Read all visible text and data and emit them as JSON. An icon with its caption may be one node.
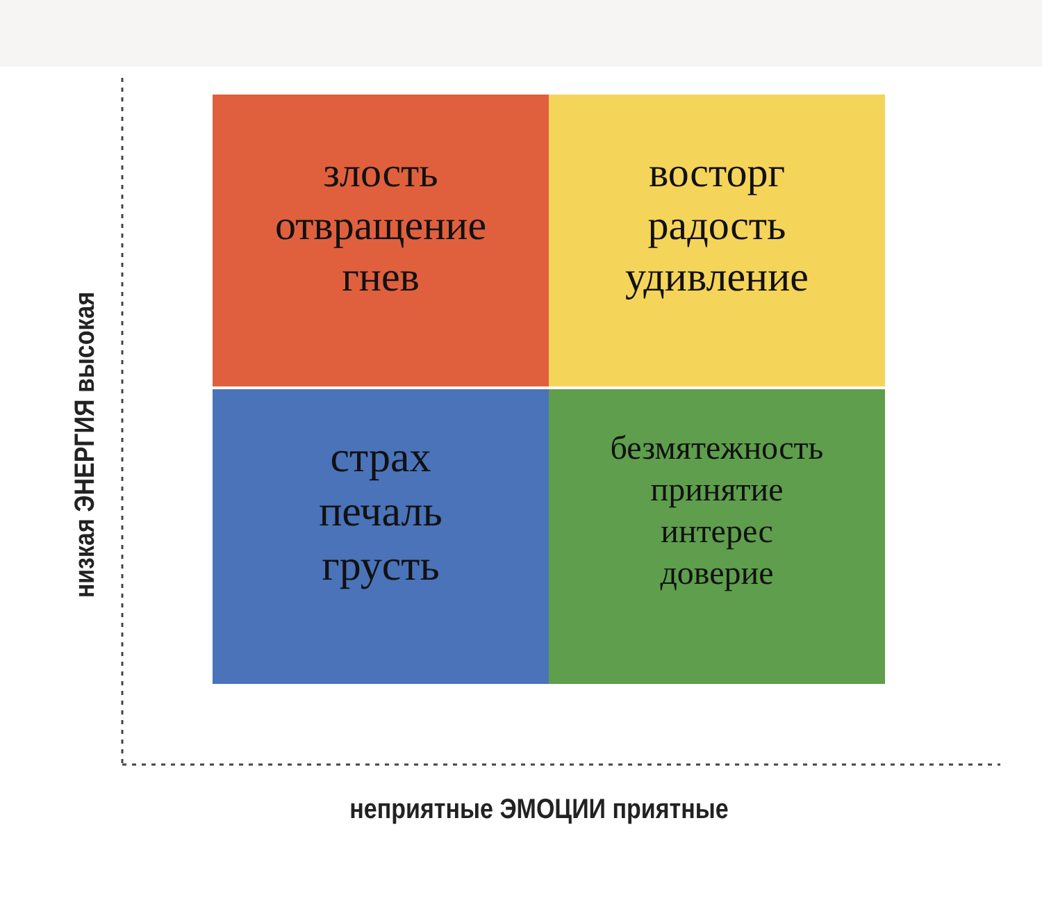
{
  "diagram": {
    "nodes": [
      {
        "text": [
          "злость",
          "отвращение",
          "гнев"
        ]
      },
      {
        "text": [
          "восторг",
          "радость",
          "удивление"
        ]
      },
      {
        "text": [
          "страх",
          "печаль",
          "грусть"
        ]
      },
      {
        "text": [
          "безмятежность",
          "принятие",
          "интерес",
          "доверие"
        ]
      }
    ],
    "edges": [],
    "labels": [
      "низкая ЭНЕРГИЯ высокая",
      "неприятные ЭМОЦИИ приятные"
    ]
  }
}
